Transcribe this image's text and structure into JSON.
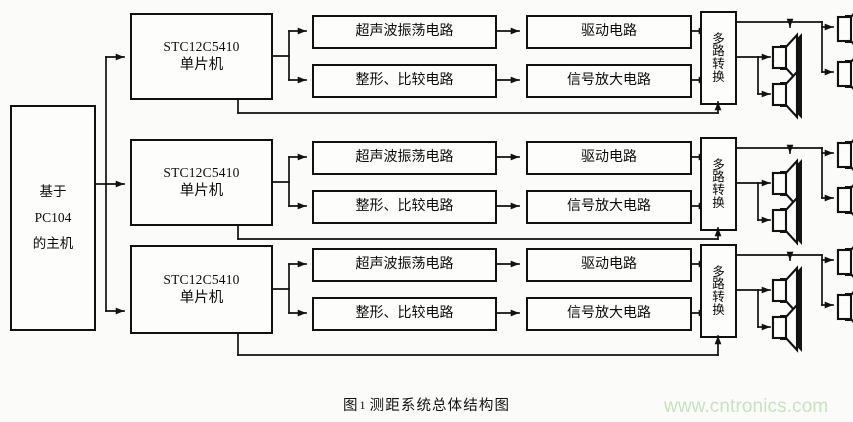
{
  "figure": {
    "caption_prefix": "图",
    "caption_number": "1",
    "caption_title": "测距系统总体结构图",
    "watermark": "www.cntronics.com",
    "background_color": "#fbfbfa",
    "line_color": "#111111",
    "text_color": "#0b0b0b",
    "watermark_color": "#c6e3bd"
  },
  "host": {
    "line1": "基于",
    "line2": "PC104",
    "line3": "的主机"
  },
  "mcu": {
    "line1": "STC12C5410",
    "line2": "单片机"
  },
  "mux": {
    "char1": "多",
    "char2": "路",
    "char3": "转",
    "char4": "换"
  },
  "circuits": {
    "oscillator": "超声波振荡电路",
    "driver": "驱动电路",
    "shaping": "整形、比较电路",
    "amplifier": "信号放大电路"
  },
  "channels": [
    {
      "index": 1,
      "mcu_line1": "STC12C5410",
      "mcu_line2": "单片机",
      "oscillator": "超声波振荡电路",
      "driver": "驱动电路",
      "shaping": "整形、比较电路",
      "amplifier": "信号放大电路",
      "mux_chars": [
        "多",
        "路",
        "转",
        "换"
      ],
      "transducer_count": 4
    },
    {
      "index": 2,
      "mcu_line1": "STC12C5410",
      "mcu_line2": "单片机",
      "oscillator": "超声波振荡电路",
      "driver": "驱动电路",
      "shaping": "整形、比较电路",
      "amplifier": "信号放大电路",
      "mux_chars": [
        "多",
        "路",
        "转",
        "换"
      ],
      "transducer_count": 4
    },
    {
      "index": 3,
      "mcu_line1": "STC12C5410",
      "mcu_line2": "单片机",
      "oscillator": "超声波振荡电路",
      "driver": "驱动电路",
      "shaping": "整形、比较电路",
      "amplifier": "信号放大电路",
      "mux_chars": [
        "多",
        "路",
        "转",
        "换"
      ],
      "transducer_count": 4
    }
  ]
}
